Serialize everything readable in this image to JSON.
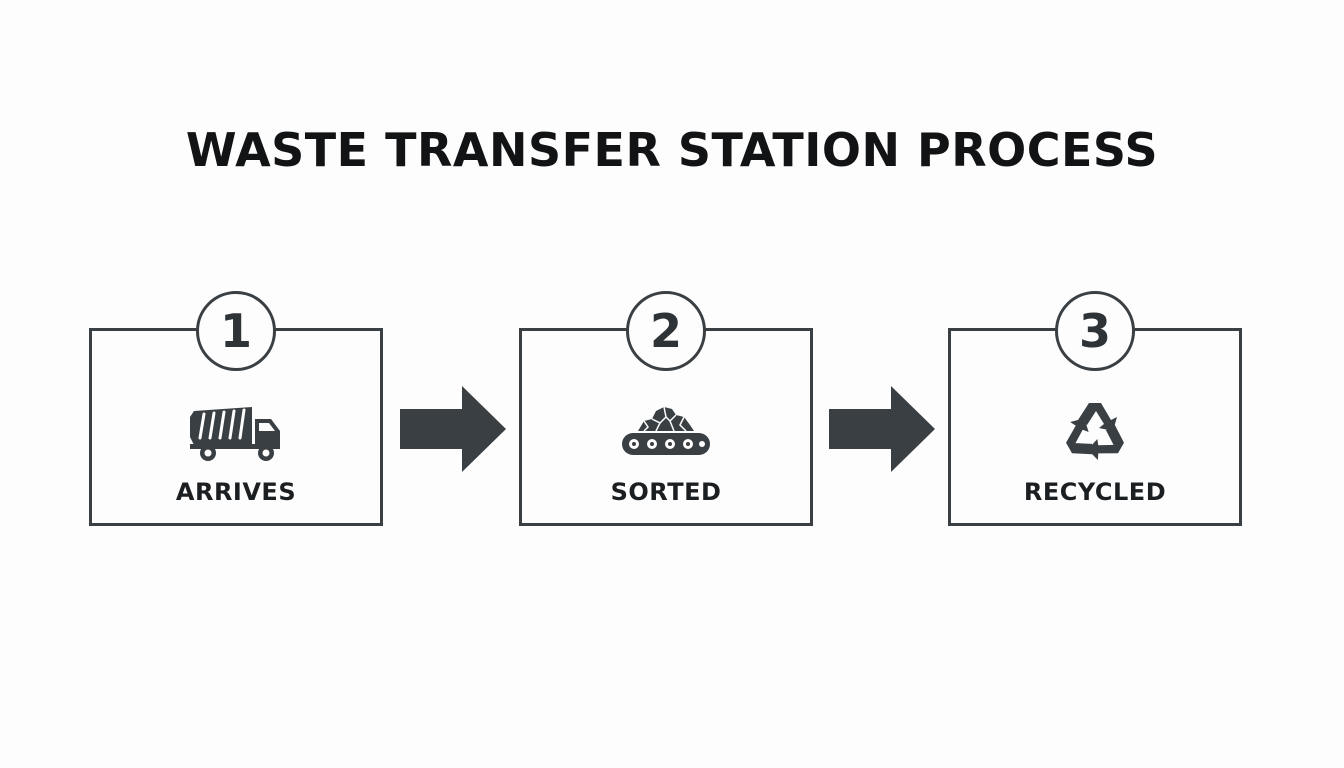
{
  "title": "WASTE TRANSFER STATION PROCESS",
  "colors": {
    "stroke": "#3a3f43",
    "icon": "#3a3f43",
    "text": "#1c1f22",
    "background": "#fdfdfd"
  },
  "steps": [
    {
      "number": "1",
      "label": "ARRIVES",
      "icon": "garbage-truck-icon"
    },
    {
      "number": "2",
      "label": "SORTED",
      "icon": "conveyor-belt-icon"
    },
    {
      "number": "3",
      "label": "RECYCLED",
      "icon": "recycle-icon"
    }
  ]
}
